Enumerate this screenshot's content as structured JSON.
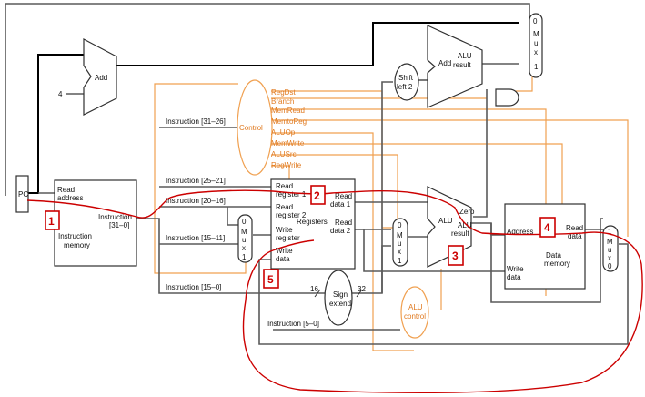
{
  "components": {
    "pc": "PC",
    "add_top": "Add",
    "four": "4",
    "alu_branch": {
      "op": "Add",
      "result": "ALU\nresult"
    },
    "shift_left": "Shift\nleft 2",
    "mux_top": "0\nM\nu\nx\n1",
    "control": "Control",
    "imem": {
      "read_address": "Read\naddress",
      "instruction": "Instruction\n[31–0]",
      "name": "Instruction\nmemory"
    },
    "registers": {
      "read_reg1": "Read\nregister 1",
      "read_reg2": "Read\nregister 2",
      "write_reg": "Write\nregister",
      "write_data": "Write\ndata",
      "read_data1": "Read\ndata 1",
      "read_data2": "Read\ndata 2",
      "name": "Registers"
    },
    "mux_regdst": "0\nM\nu\nx\n1",
    "mux_alusrc": "0\nM\nu\nx\n1",
    "mux_memtoreg": "1\nM\nu\nx\n0",
    "alu_main": {
      "op": "ALU",
      "zero": "Zero",
      "result": "ALU\nresult"
    },
    "data_mem": {
      "address": "Address",
      "read_data": "Read\ndata",
      "write_data": "Write\ndata",
      "name": "Data\nmemory"
    },
    "sign_extend": {
      "name": "Sign\nextend",
      "in": "16",
      "out": "32"
    },
    "alu_control": "ALU\ncontrol"
  },
  "control_signals": [
    "RegDst",
    "Branch",
    "MemRead",
    "MemtoReg",
    "ALUOp",
    "MemWrite",
    "ALUSrc",
    "RegWrite"
  ],
  "instruction_fields": {
    "f31_26": "Instruction [31–26]",
    "f25_21": "Instruction [25–21]",
    "f20_16": "Instruction [20–16]",
    "f15_11": "Instruction [15–11]",
    "f15_0": "Instruction [15–0]",
    "f5_0": "Instruction [5–0]"
  },
  "annotations": [
    "1",
    "2",
    "3",
    "4",
    "5"
  ],
  "colors": {
    "wire": "#5a5a5a",
    "control": "#f0a050",
    "annotation": "#cc0000"
  }
}
